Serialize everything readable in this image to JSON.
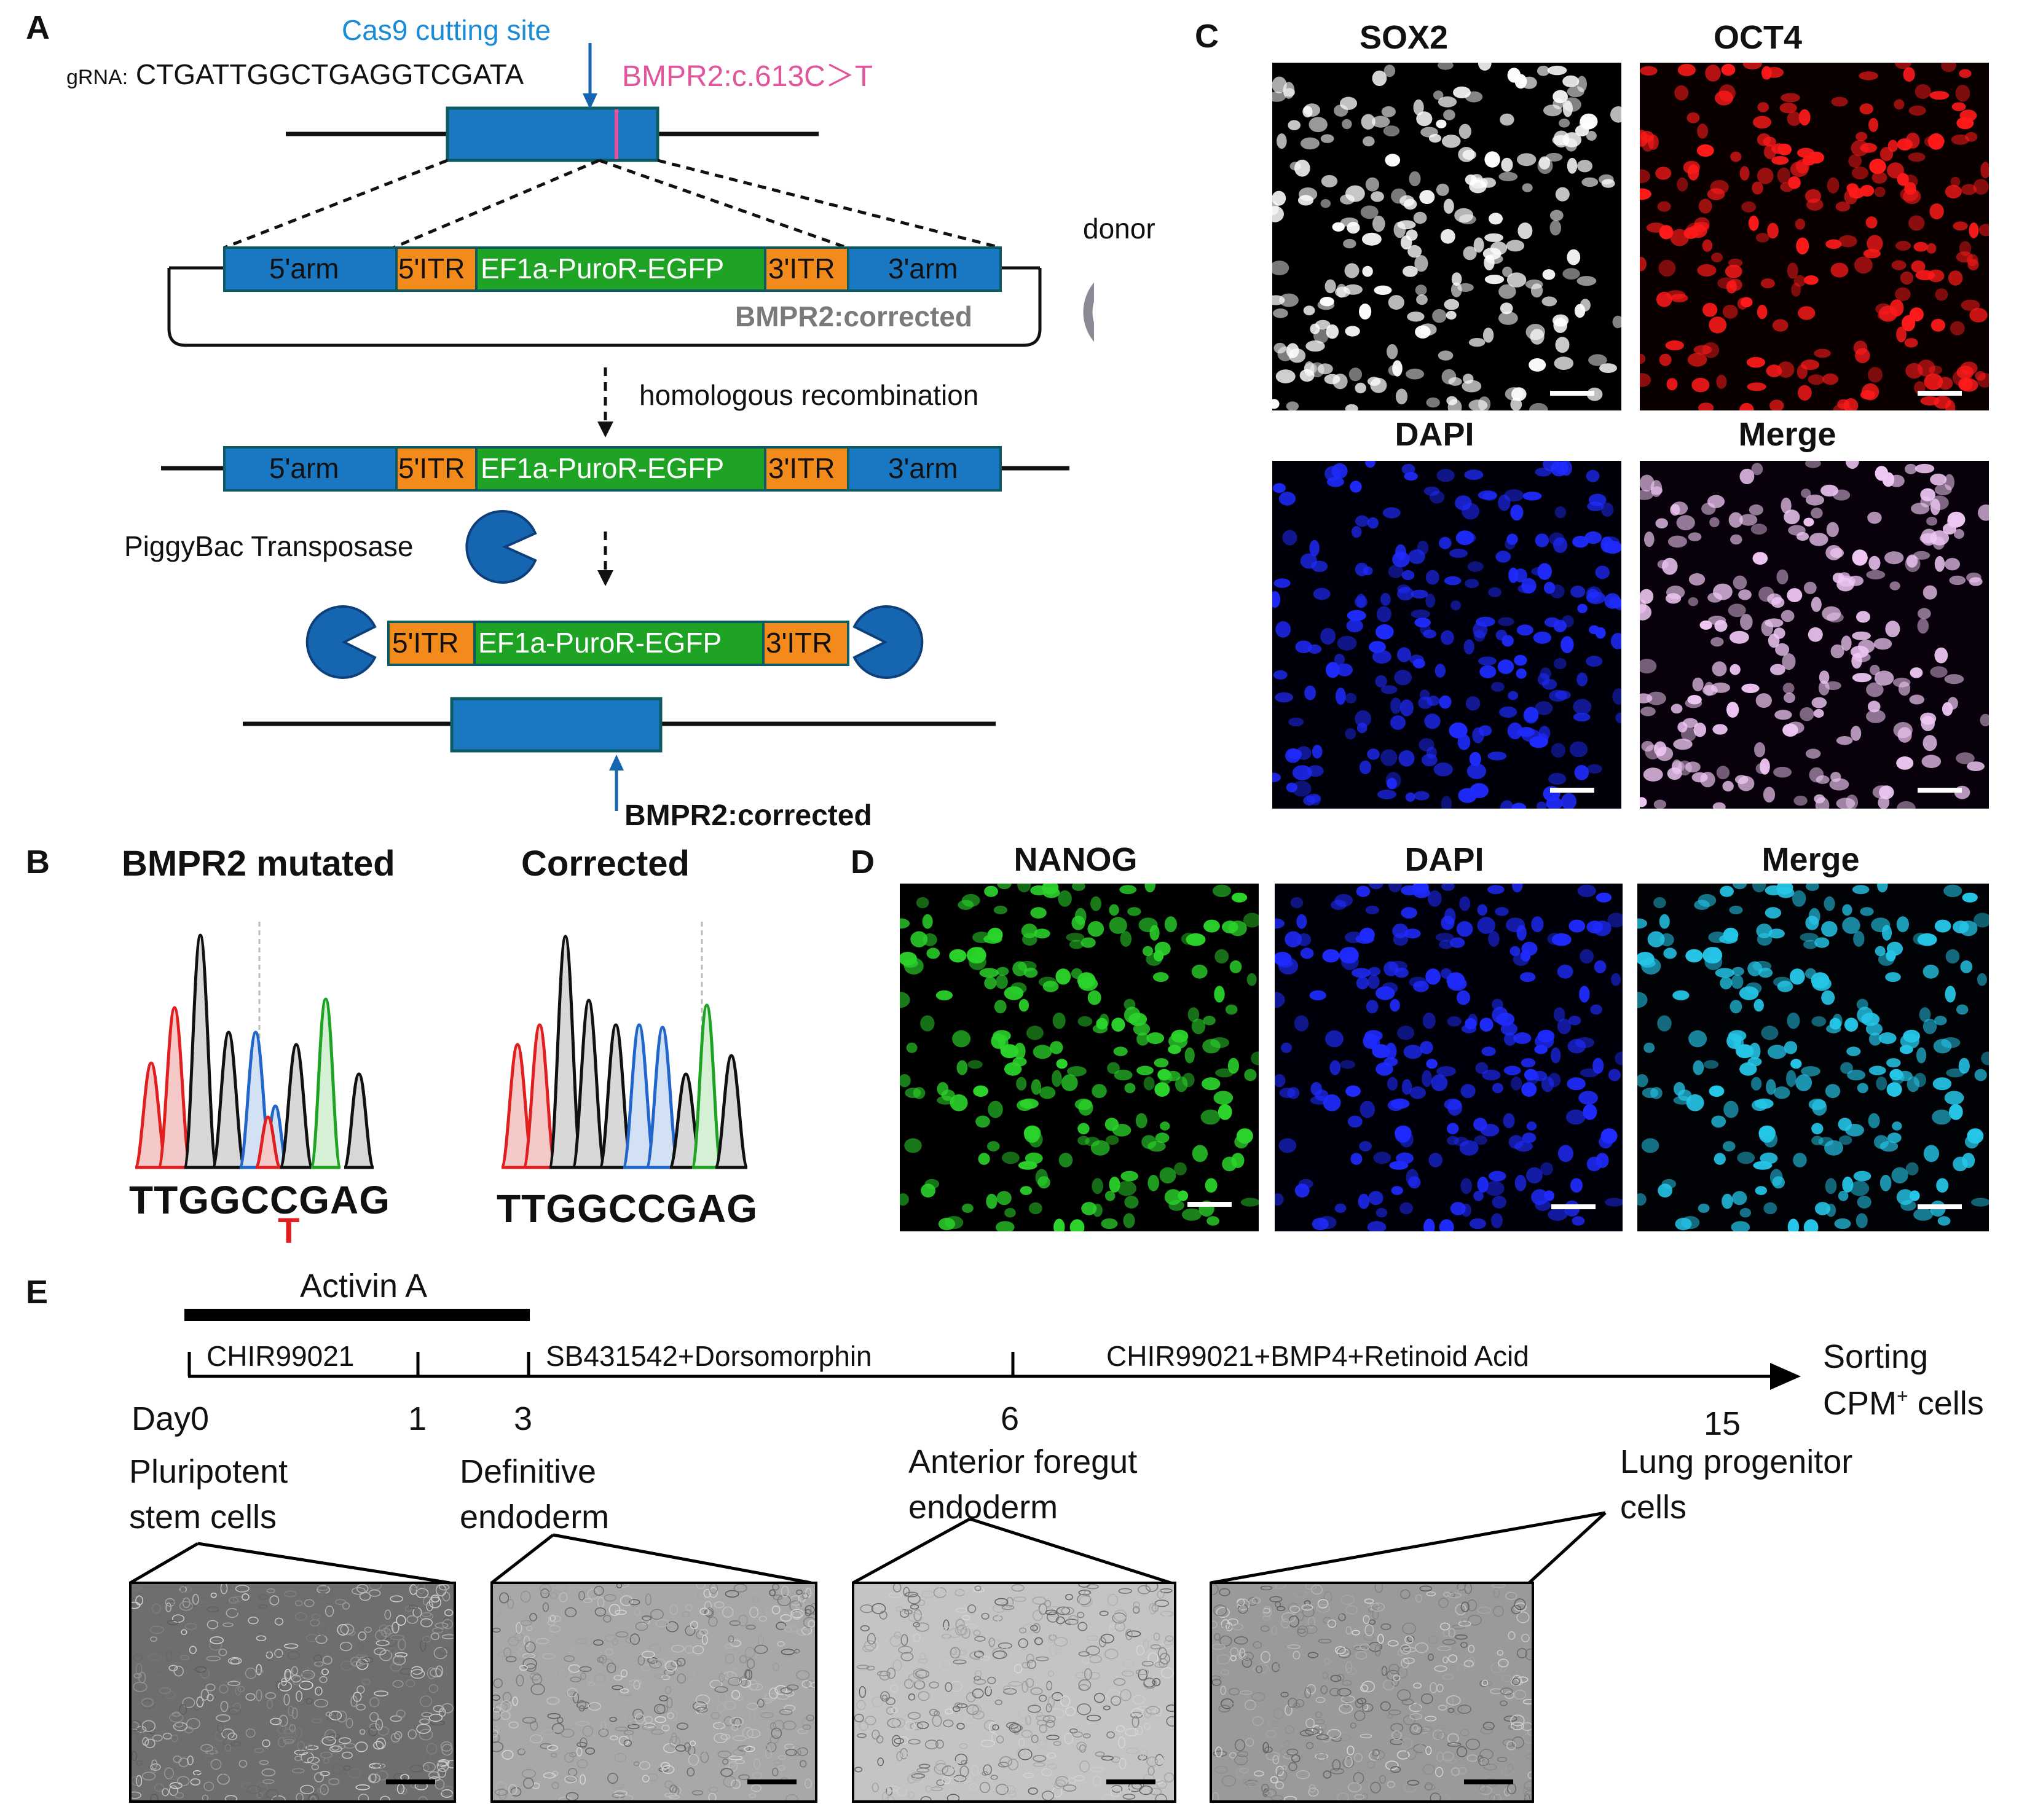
{
  "panel_labels": {
    "a": "A",
    "b": "B",
    "c": "C",
    "d": "D",
    "e": "E"
  },
  "panel_a": {
    "cas9_label": "Cas9 cutting site",
    "grna_prefix": "gRNA:",
    "grna_seq": "CTGATTGGCTGAGGTCGATA",
    "mutation_label": "BMPR2:c.613C＞T",
    "arm5": "5'arm",
    "arm3": "3'arm",
    "itr5": "5'ITR",
    "itr3": "3'ITR",
    "cassette": "EF1a-PuroR-EGFP",
    "plasmid_label": "BMPR2:corrected",
    "donor_label": "donor",
    "hr_label": "homologous recombination",
    "transposase_label": "PiggyBac Transposase",
    "final_label": "BMPR2:corrected",
    "colors": {
      "exon": "#1a78c2",
      "cassette": "#1fa324",
      "itr": "#f38a1c",
      "mutation": "#e0559b",
      "cas9_text": "#1a8bd6",
      "pacman": "#1565b0",
      "gray": "#8a8a95"
    }
  },
  "panel_b": {
    "mutated_title": "BMPR2 mutated",
    "corrected_title": "Corrected",
    "mutated_seq": "TTGGCCGAG",
    "mutated_alt": "T",
    "corrected_seq": "TTGGCCGAG",
    "trace_colors": {
      "A": "#1fa324",
      "C": "#2266cc",
      "G": "#111111",
      "T": "#e02020"
    }
  },
  "panel_c": {
    "titles": [
      "SOX2",
      "OCT4",
      "DAPI",
      "Merge"
    ],
    "colors": {
      "sox2": "#ffffff",
      "oct4": "#ff1a1a",
      "dapi": "#1f2bff",
      "merge": "#f0c8f5"
    }
  },
  "panel_d": {
    "titles": [
      "NANOG",
      "DAPI",
      "Merge"
    ],
    "colors": {
      "nanog": "#2bd42b",
      "dapi": "#1f2bff",
      "merge": "#25c6e8"
    }
  },
  "panel_e": {
    "activin": "Activin A",
    "stage1": "CHIR99021",
    "stage2": "SB431542+Dorsomorphin",
    "stage3": "CHIR99021+BMP4+Retinoid Acid",
    "days": [
      "Day0",
      "1",
      "3",
      "6",
      "15"
    ],
    "endpoint_line1": "Sorting",
    "endpoint_line2": "CPM",
    "endpoint_sup": "+",
    "endpoint_suffix": " cells",
    "cells": [
      {
        "line1": "Pluripotent",
        "line2": "stem cells"
      },
      {
        "line1": "Definitive",
        "line2": "endoderm"
      },
      {
        "line1": "Anterior foregut",
        "line2": "endoderm"
      },
      {
        "line1": "Lung progenitor",
        "line2": "cells"
      }
    ]
  }
}
